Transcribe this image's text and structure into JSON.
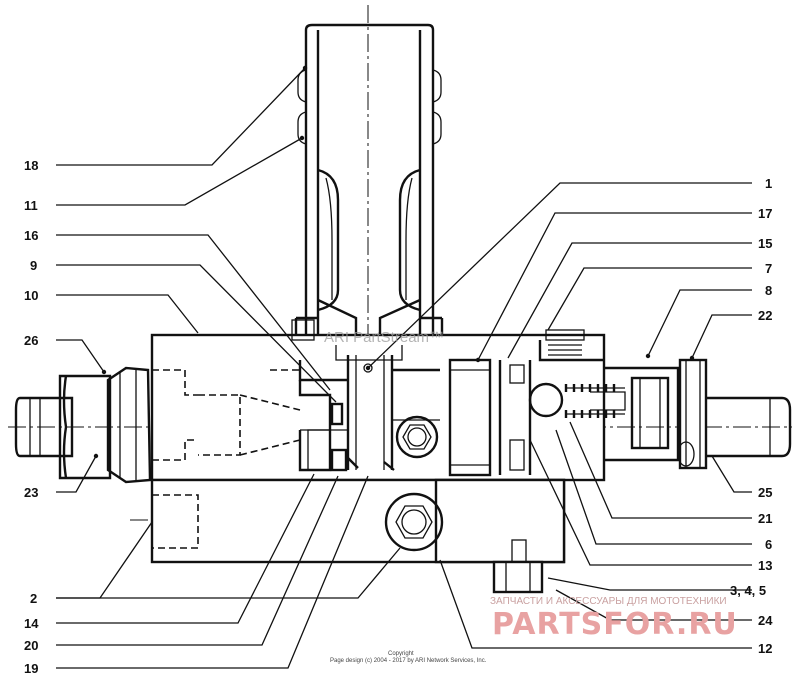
{
  "labels": {
    "l1": "1",
    "l17": "17",
    "l15": "15",
    "l7": "7",
    "l8": "8",
    "l22": "22",
    "l18": "18",
    "l11": "11",
    "l16": "16",
    "l9": "9",
    "l10": "10",
    "l26": "26",
    "l23": "23",
    "l25": "25",
    "l21": "21",
    "l6": "6",
    "l13": "13",
    "l345": "3, 4, 5",
    "l24": "24",
    "l12": "12",
    "l2": "2",
    "l14": "14",
    "l20": "20",
    "l19": "19"
  },
  "watermark": {
    "center_text": "ARI PartStream™",
    "sub_text": "ЗАПЧАСТИ И АКСЕССУАРЫ ДЛЯ МОТОТЕХНИКИ",
    "brand_text": "PARTSFOR.RU"
  },
  "copyright": {
    "line1": "Copyright",
    "line2": "Page design (c) 2004 - 2017 by ARI Network Services, Inc."
  },
  "colors": {
    "ink": "#111111",
    "watermark_red": "#e8a2a2"
  }
}
